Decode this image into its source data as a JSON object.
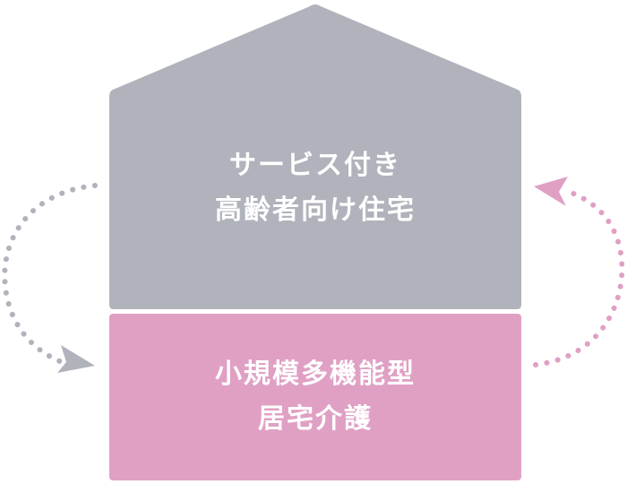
{
  "top_block": {
    "line1": "サービス付き",
    "line2": "高齢者向け住宅",
    "color": "#b0b3bb"
  },
  "bottom_block": {
    "line1": "小規模多機能型",
    "line2": "居宅介護",
    "color": "#e0a0c4"
  },
  "arrows": {
    "left_color": "#b0b3bb",
    "right_color": "#e0a0c4"
  }
}
